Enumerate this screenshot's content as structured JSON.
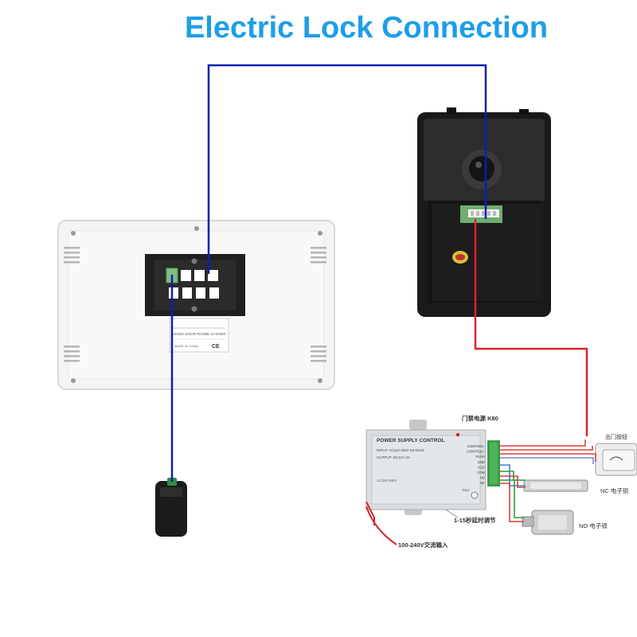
{
  "title": "Electric Lock Connection",
  "monitor": {
    "label_line1": "VIDEO DOOR PHONE SYSTEM",
    "label_line2": "MADE IN CHINA",
    "mark": "CE"
  },
  "power_box": {
    "header_cn": "门禁电源 K80",
    "label": "POWER SUPPLY CONTROL",
    "input": "INPUT: AC110-260V 50-60HZ",
    "output": "OUTPUT: DC12V 3A",
    "ac_label": "AC110-260V",
    "time_label": "Time",
    "terminals": [
      "CONTROL-",
      "CONTROL+",
      "PUSH",
      "GND",
      "+12V",
      "COM",
      "NO",
      "NC"
    ],
    "delay_note": "1-15秒延时调节",
    "mains_note": "100-240V交流输入"
  },
  "devices": {
    "exit_button": "出门按钮",
    "nc_lock": "NC 电子锁",
    "no_lock": "NO 电子锁"
  },
  "colors": {
    "title": "#1e9ee6",
    "blue_wire": "#0a1fb5",
    "red_wire": "#d8262b"
  }
}
